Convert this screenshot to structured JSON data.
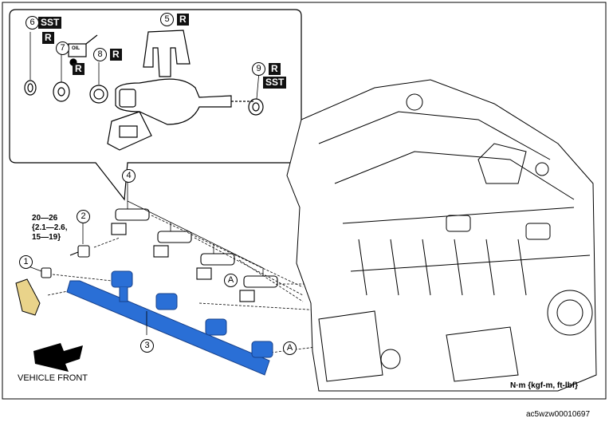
{
  "callouts": {
    "c1": "1",
    "c2": "2",
    "c3": "3",
    "c4": "4",
    "c5": "5",
    "c6": "6",
    "c7": "7",
    "c8": "8",
    "c9": "9",
    "a1": "A",
    "a2": "A"
  },
  "tags": {
    "t6_sst": "SST",
    "t6_r": "R",
    "t7_r": "R",
    "t5_r": "R",
    "t8_r": "R",
    "t9_r": "R",
    "t9_sst": "SST"
  },
  "torque": {
    "line1": "20—26",
    "line2": "{2.1—2.6,",
    "line3": "15—19}"
  },
  "oil_can_label": "OIL",
  "vehicle_front": "VEHICLE FRONT",
  "units": "N·m {kgf-m, ft-lbf}",
  "figure_code": "ac5wzw00010697",
  "colors": {
    "fuel_rail": "#2a6fd6",
    "outline": "#111111",
    "tag_bg": "#111111"
  }
}
